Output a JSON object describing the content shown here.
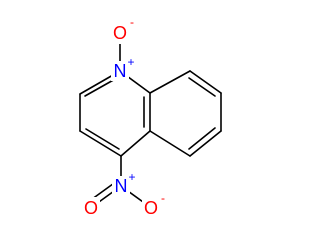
{
  "molecule": {
    "atoms": {
      "n1": {
        "symbol": "N",
        "charge": "+",
        "color": "#0000ff"
      },
      "o1": {
        "symbol": "O",
        "charge": "-",
        "color": "#ff0000"
      },
      "n2": {
        "symbol": "N",
        "charge": "+",
        "color": "#0000ff"
      },
      "o2": {
        "symbol": "O",
        "charge": "",
        "color": "#ff0000"
      },
      "o3": {
        "symbol": "O",
        "charge": "-",
        "color": "#ff0000"
      }
    }
  }
}
